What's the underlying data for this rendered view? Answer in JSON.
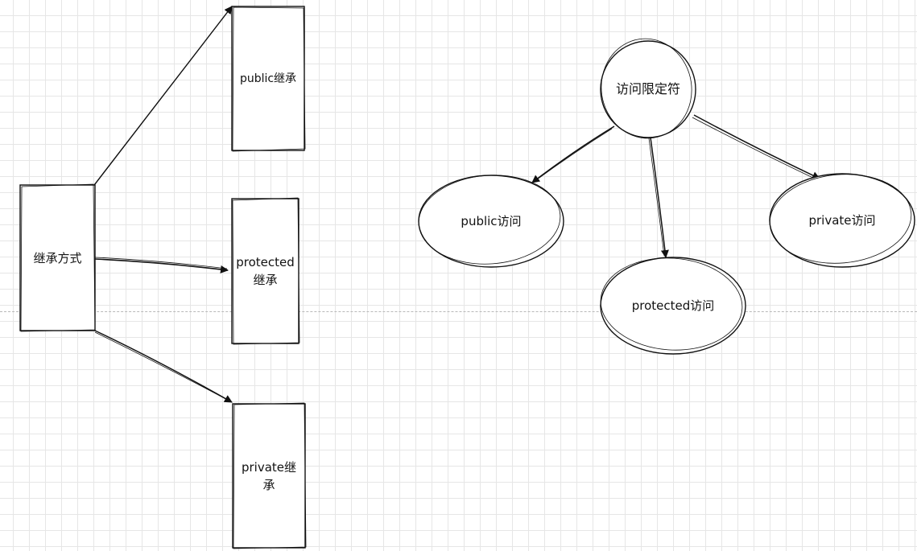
{
  "inheritance": {
    "root": "继承方式",
    "public": "public继承",
    "protected_line1": "protected",
    "protected_line2": "继承",
    "private_line1": "private继",
    "private_line2": "承"
  },
  "access": {
    "root": "访问限定符",
    "public": "public访问",
    "protected": "protected访问",
    "private": "private访问"
  },
  "colors": {
    "stroke": "#111111",
    "fill": "#ffffff",
    "grid_minor": "#e6e6e6",
    "grid_major": "#d2d2d2",
    "page_break": "#b9b9b9"
  }
}
